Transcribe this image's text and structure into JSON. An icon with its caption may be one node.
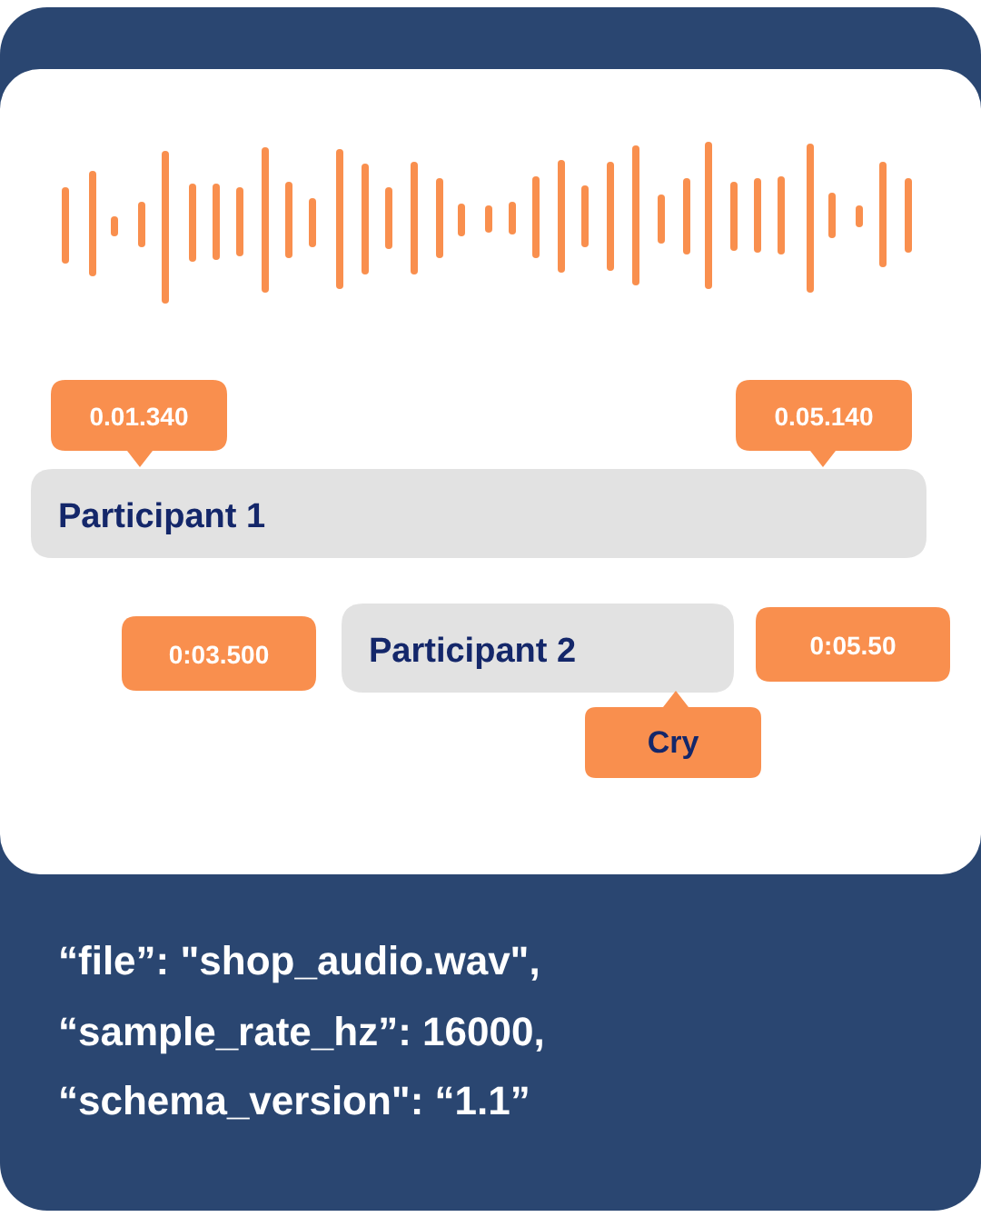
{
  "diagram": {
    "nodes": [
      {
        "text": [
          "0.01.340"
        ]
      },
      {
        "text": [
          "0.05.140"
        ]
      },
      {
        "text": [
          "Participant 1"
        ]
      },
      {
        "text": [
          "0:03.500"
        ]
      },
      {
        "text": [
          "Participant 2"
        ]
      },
      {
        "text": [
          "0:05.50"
        ]
      },
      {
        "text": [
          "Cry"
        ]
      }
    ],
    "labels": [
      "“file”: \"shop_audio.wav\",",
      "“sample_rate_hz”: 16000,",
      "“schema_version\": “1.1”"
    ]
  }
}
